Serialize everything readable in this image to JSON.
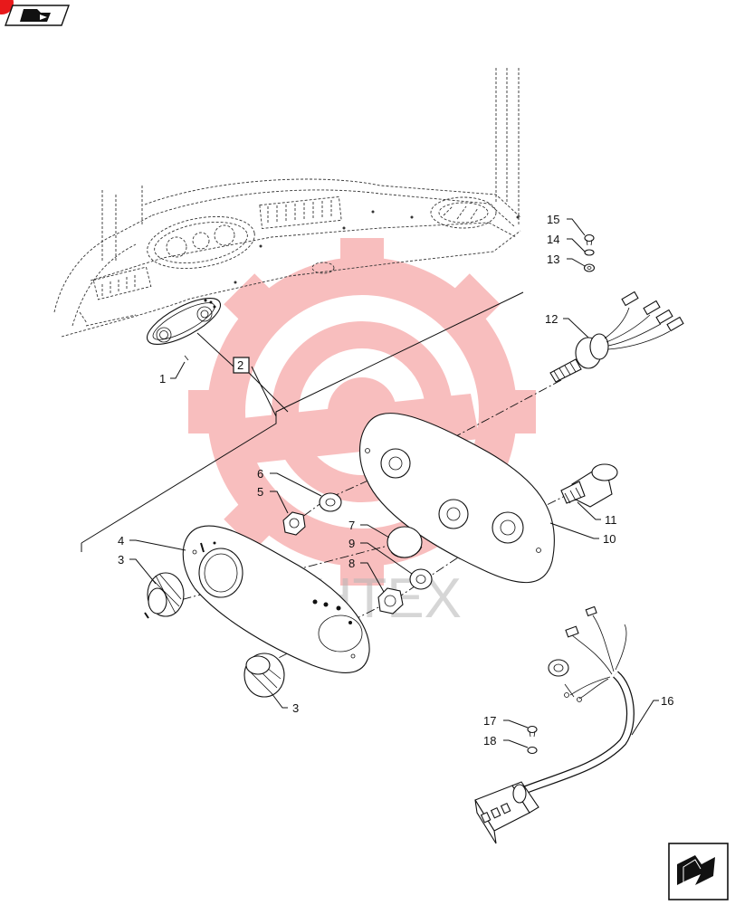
{
  "watermark": {
    "text": "ИНТЕХ",
    "color": "#e8191b"
  },
  "colors": {
    "ink": "#111111",
    "badge": "#e8191b",
    "background": "#ffffff"
  },
  "header_icon": {
    "name": "book-icon"
  },
  "footer_icon": {
    "name": "next-page-arrow-icon"
  },
  "callouts": [
    {
      "id": "c1",
      "label": "1"
    },
    {
      "id": "c2",
      "label": "2"
    },
    {
      "id": "c3a",
      "label": "3"
    },
    {
      "id": "c3b",
      "label": "3"
    },
    {
      "id": "c4",
      "label": "4"
    },
    {
      "id": "c5",
      "label": "5"
    },
    {
      "id": "c6",
      "label": "6"
    },
    {
      "id": "c7",
      "label": "7"
    },
    {
      "id": "c8",
      "label": "8"
    },
    {
      "id": "c9",
      "label": "9"
    },
    {
      "id": "c10",
      "label": "10"
    },
    {
      "id": "c11",
      "label": "11"
    },
    {
      "id": "c12",
      "label": "12"
    },
    {
      "id": "c13",
      "label": "13"
    },
    {
      "id": "c14",
      "label": "14"
    },
    {
      "id": "c15",
      "label": "15"
    },
    {
      "id": "c16",
      "label": "16"
    },
    {
      "id": "c17",
      "label": "17"
    },
    {
      "id": "c18",
      "label": "18"
    }
  ]
}
